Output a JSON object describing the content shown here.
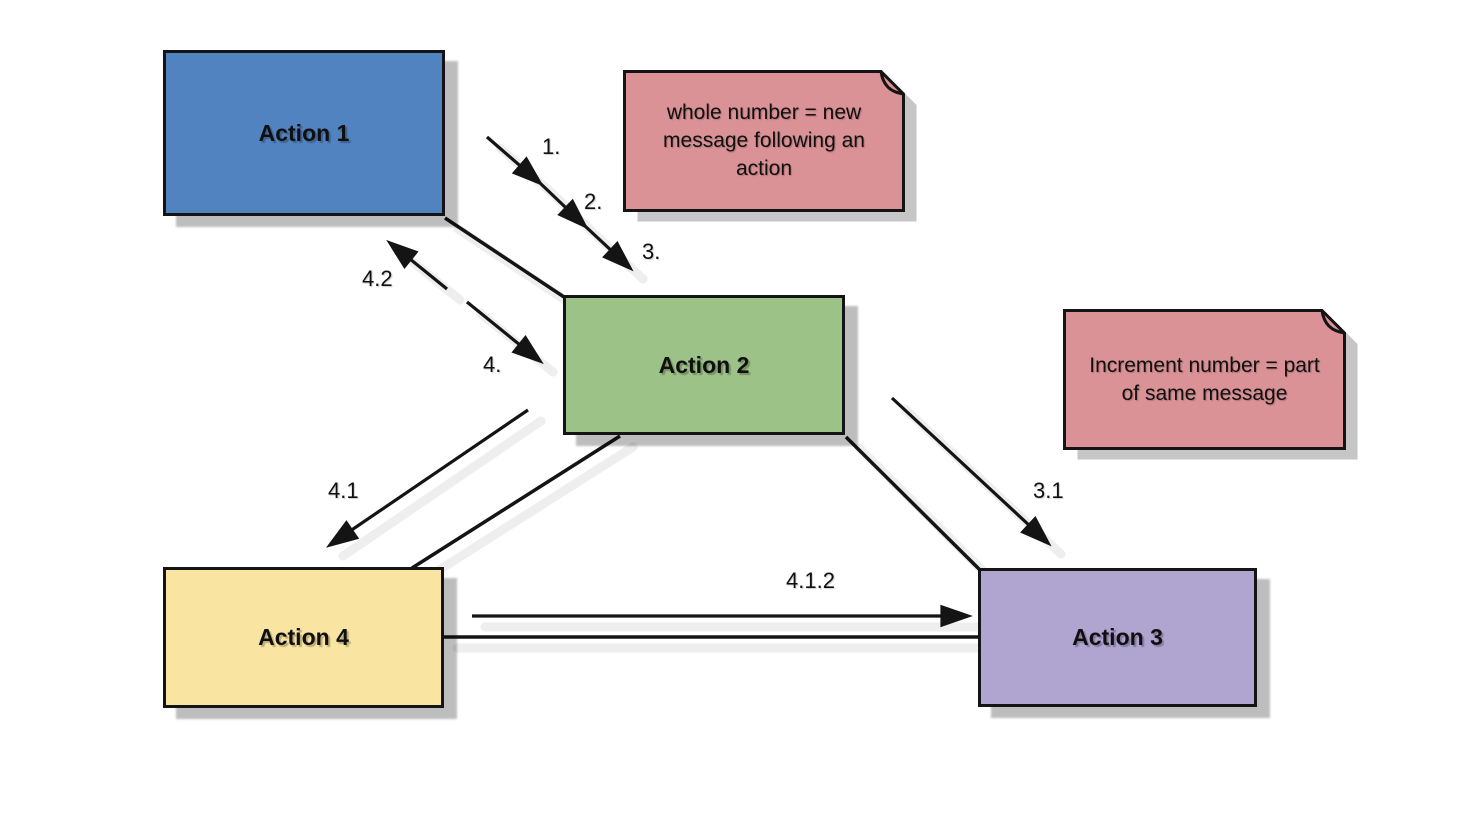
{
  "diagram": {
    "boxes": [
      {
        "label": "Action 1",
        "color": "#5283c1"
      },
      {
        "label": "Action 2",
        "color": "#9dc287"
      },
      {
        "label": "Action 3",
        "color": "#b0a5d1"
      },
      {
        "label": "Action 4",
        "color": "#f9e5a1"
      }
    ],
    "notes": [
      {
        "text": "whole number = new message following an action",
        "color": "#da9296"
      },
      {
        "text": "Increment number = part of same message",
        "color": "#da9296"
      }
    ],
    "messages": {
      "m1": "1.",
      "m2": "2.",
      "m3": "3.",
      "m4": "4.",
      "m4_1": "4.1",
      "m4_2": "4.2",
      "m3_1": "3.1",
      "m4_1_2": "4.1.2"
    },
    "edges": [
      {
        "from": "Action 1",
        "to": "Action 2"
      },
      {
        "from": "Action 2",
        "to": "Action 4"
      },
      {
        "from": "Action 2",
        "to": "Action 3"
      },
      {
        "from": "Action 4",
        "to": "Action 3"
      }
    ],
    "line_color": "#141414",
    "shadow_color": "#c6c6c6"
  }
}
